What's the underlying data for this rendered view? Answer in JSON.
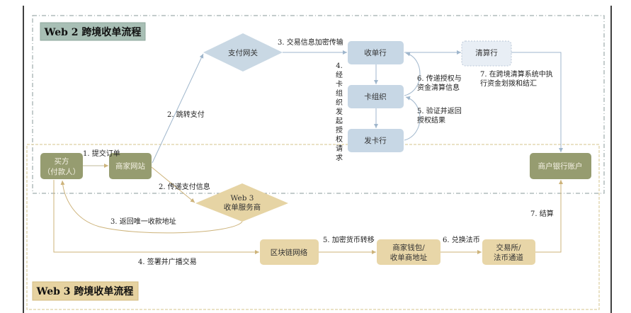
{
  "web2": {
    "title": "Web 2 跨境收单流程",
    "nodes": {
      "gateway": "支付网关",
      "acquirer": "收单行",
      "card_org": "卡组织",
      "issuer": "发卡行",
      "clearing": "清算行"
    },
    "steps": {
      "s2": "2. 跳转支付",
      "s3": "3. 交易信息加密传输",
      "s4": [
        "4.",
        "经",
        "卡",
        "组",
        "织",
        "发",
        "起",
        "授",
        "权",
        "请",
        "求"
      ],
      "s5": [
        "5. 验证并返回",
        "授权结果"
      ],
      "s6": [
        "6. 传递授权与",
        "资金清算信息"
      ],
      "s7": [
        "7. 在跨境清算系统中执",
        "行资金划拨和结汇"
      ]
    }
  },
  "shared": {
    "buyer": [
      "买方",
      "（付款人）"
    ],
    "merchant_site": "商家网站",
    "merchant_bank": "商户银行账户",
    "s1": "1. 提交订单"
  },
  "web3": {
    "title": "Web 3 跨境收单流程",
    "nodes": {
      "provider": [
        "Web 3",
        "收单服务商"
      ],
      "blockchain": "区块链网络",
      "wallet": [
        "商家钱包/",
        "收单商地址"
      ],
      "exchange": [
        "交易所/",
        "法币通道"
      ]
    },
    "steps": {
      "s2": "2. 传递支付信息",
      "s3": "3. 返回唯一收款地址",
      "s4": "4. 签署并广播交易",
      "s5": "5. 加密货币转移",
      "s6": "6. 兑换法币",
      "s7": "7. 结算"
    }
  },
  "colors": {
    "blue_node": "#c7d7e5",
    "olive_node": "#969c70",
    "tan_node": "#e8d6a8",
    "blue_line": "#9fb6cc",
    "tan_line": "#cdb37a"
  }
}
